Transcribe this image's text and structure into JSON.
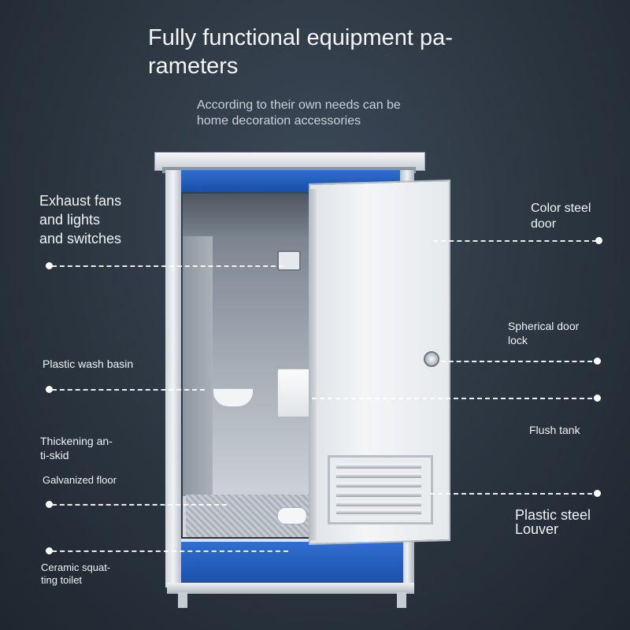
{
  "header": {
    "title_line1": "Fully functional equipment pa-",
    "title_line2": "rameters",
    "subtitle_line1": "According to their own needs can be",
    "subtitle_line2": "home decoration accessories"
  },
  "labels": {
    "exhaust": [
      "Exhaust fans",
      "and lights",
      "and switches"
    ],
    "door": [
      "Color steel",
      "door"
    ],
    "basin": "Plastic wash basin",
    "lock": [
      "Spherical door",
      "lock"
    ],
    "tank": "Flush tank",
    "skid": [
      "Thickening an-",
      "ti-skid"
    ],
    "floor": "Galvanized floor",
    "louver": [
      "Plastic steel",
      "Louver"
    ],
    "toilet": [
      "Ceramic squat-",
      "ting toilet"
    ]
  },
  "colors": {
    "accent_blue": "#1f5ec0",
    "background": "#2b3540"
  },
  "icons": {
    "product": "portable-toilet-cabin-image"
  }
}
